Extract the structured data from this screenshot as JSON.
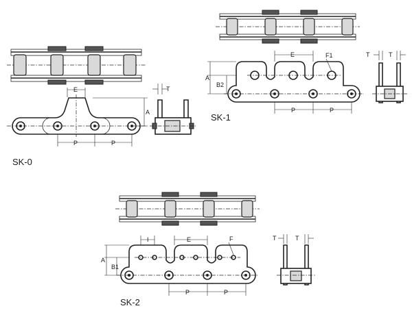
{
  "diagrams": {
    "sk0": {
      "name": "SK-0",
      "dim_e": "E",
      "dim_a": "A",
      "dim_t": "T",
      "dim_p1": "P",
      "dim_p2": "P"
    },
    "sk1": {
      "name": "SK-1",
      "dim_e": "E",
      "dim_a": "A",
      "dim_b2": "B2",
      "dim_f1": "F1",
      "dim_t1": "T",
      "dim_t2": "T",
      "dim_p1": "P",
      "dim_p2": "P"
    },
    "sk2": {
      "name": "SK-2",
      "dim_i": "I",
      "dim_e": "E",
      "dim_f": "F",
      "dim_a": "A",
      "dim_b1": "B1",
      "dim_t1": "T",
      "dim_t2": "T",
      "dim_p1": "P",
      "dim_p2": "P"
    }
  },
  "colors": {
    "line": "#222222",
    "background": "#ffffff",
    "roller_shade": "#d9d9d9"
  }
}
